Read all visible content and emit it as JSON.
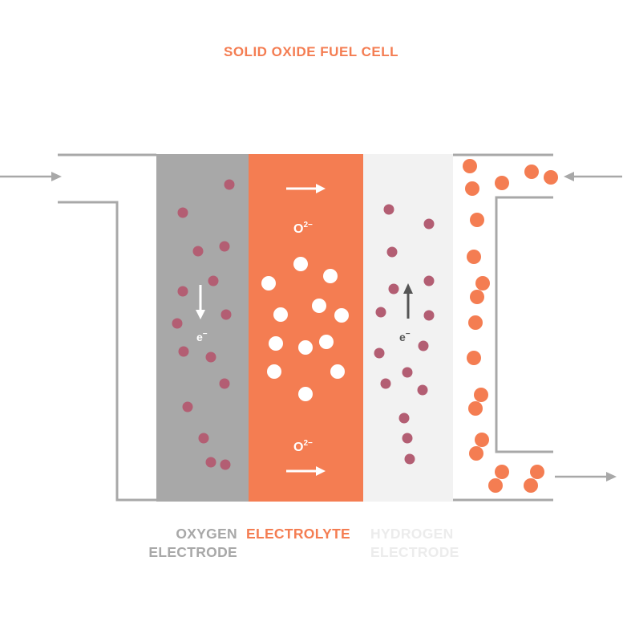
{
  "title": "SOLID OXIDE FUEL CELL",
  "labels": {
    "oxygen_line1": "OXYGEN",
    "oxygen_line2": "ELECTRODE",
    "electrolyte": "ELECTROLYTE",
    "hydrogen_line1": "HYDROGEN",
    "hydrogen_line2": "ELECTRODE"
  },
  "ion": {
    "base": "O",
    "charge": "2−"
  },
  "electron": {
    "base": "e",
    "charge": "−"
  },
  "colors": {
    "title": "#f47d52",
    "oxygen_electrode": "#a8a8a8",
    "electrolyte": "#f47d52",
    "hydrogen_electrode": "#f2f2f2",
    "oxygen_label": "#a8a8a8",
    "electrolyte_label": "#f47d52",
    "hydrogen_label": "#ececec",
    "pipe": "#a8a8a8",
    "particle": "#b35e73",
    "ion_particle": "#ffffff",
    "fuel_particle": "#f47d52",
    "dark_arrow": "#555555"
  }
}
